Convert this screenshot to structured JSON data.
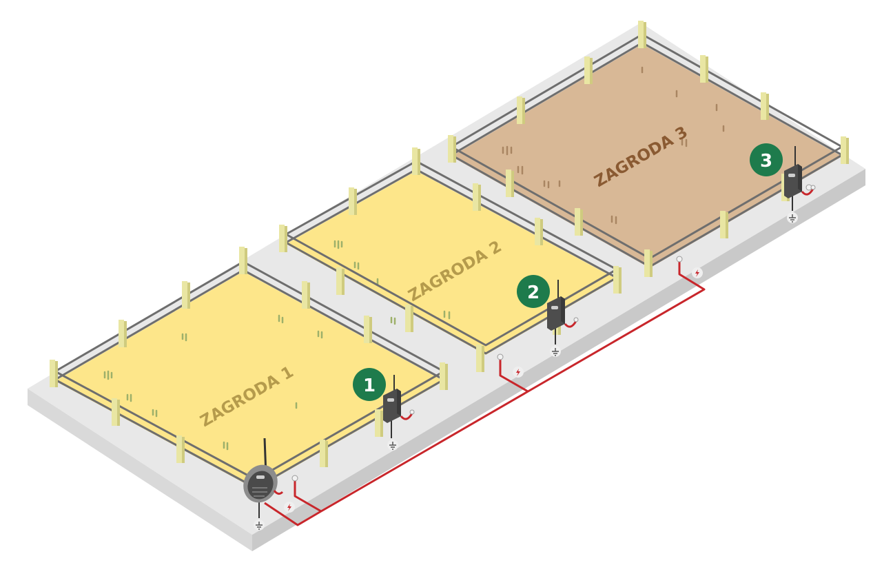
{
  "colors": {
    "background": "#ffffff",
    "platform_top": "#e6e6e6",
    "platform_side_front": "#d9d9d9",
    "platform_side_right": "#c9c9c9",
    "yellow_field": "#fde68a",
    "yellow_label": "#b59b4c",
    "brown_field": "#d8b896",
    "brown_label": "#8a5a32",
    "fence_wire": "#6e6e6e",
    "post_front": "#e9e6a3",
    "post_side": "#cfcb7f",
    "wire_red": "#c8262b",
    "badge_green": "#1e7b4c",
    "device_dark": "#4d4d4d",
    "grass": "#9db06a",
    "dry_grass": "#a98562"
  },
  "pens": [
    {
      "id": "pen-1",
      "label": "ZAGRODA 1",
      "field": "yellow"
    },
    {
      "id": "pen-2",
      "label": "ZAGRODA 2",
      "field": "yellow"
    },
    {
      "id": "pen-3",
      "label": "ZAGRODA 3",
      "field": "brown"
    }
  ],
  "badges": [
    "1",
    "2",
    "3"
  ],
  "icons": {
    "energizer": "fence-energizer-icon",
    "receiver": "wireless-receiver-icon",
    "ground": "ground-icon",
    "lightning": "lightning-bolt-icon",
    "clamp": "cable-clamp-icon"
  }
}
